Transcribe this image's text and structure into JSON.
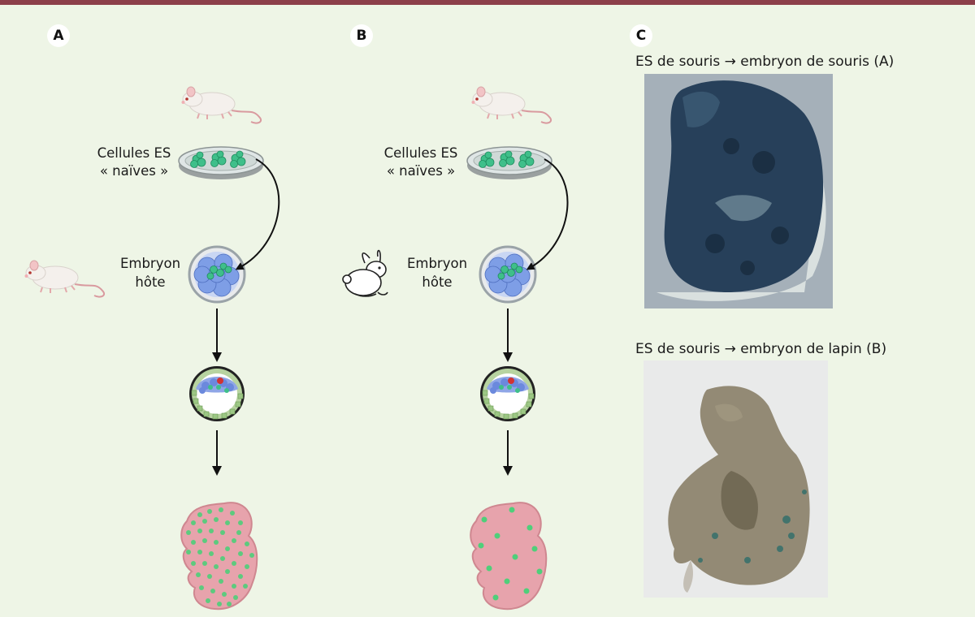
{
  "panels": {
    "a": {
      "label": "A",
      "es_cells_label": "Cellules ES",
      "es_cells_sublabel": "« naïves »",
      "host_label": "Embryon",
      "host_sublabel": "hôte"
    },
    "b": {
      "label": "B",
      "es_cells_label": "Cellules ES",
      "es_cells_sublabel": "« naïves »",
      "host_label": "Embryon",
      "host_sublabel": "hôte"
    },
    "c": {
      "label": "C",
      "caption_top": "ES de souris → embryon de souris (A)",
      "caption_bottom": "ES de souris → embryon de lapin (B)"
    }
  },
  "icons": [
    "mouse-icon",
    "rabbit-icon",
    "petri-dish-icon",
    "morula-icon",
    "blastocyst-icon",
    "fetus-icon"
  ],
  "colors": {
    "background": "#eef5e6",
    "top_bar": "#8c3f4a",
    "es_cell_green": "#3fbf8a",
    "host_cell_blue": "#7e9ee6",
    "fetus_pink": "#e7a3ac",
    "mouse_embryo_stain": "#27405a",
    "rabbit_embryo_tissue": "#8a8068"
  }
}
